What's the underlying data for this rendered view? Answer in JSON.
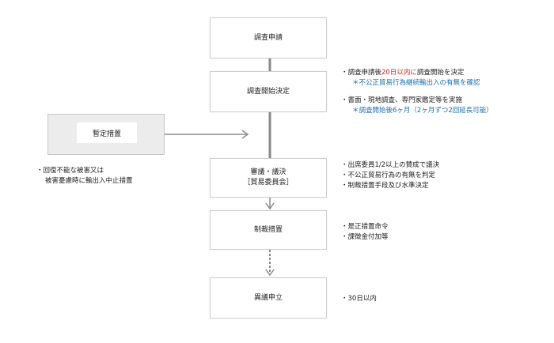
{
  "boxes": {
    "request": "調査申請",
    "start": "調査開始決定",
    "provisional": "暫定措置",
    "review_line1": "審議・議決",
    "review_line2": "［貿易委員会］",
    "measure": "制裁措置",
    "objection": "異議申立"
  },
  "notes": {
    "start": {
      "l1_pre": "・調査申請後",
      "l1_red": "20日以内に",
      "l1_post": "調査開始を決定",
      "l2": "＊不公正貿易行為継続輸出入の有無を確認",
      "l3": "・書面・現地調査、専門家鑑定等を実施",
      "l4": "＊調査開始後6ヶ月（2ヶ月ずつ2回延長可能）"
    },
    "provisional": {
      "l1": "・回復不能な被害又は",
      "l2": "被害憂慮時に輸出入中止措置"
    },
    "review": {
      "l1": "・出席委員1/2以上の賛成で議決",
      "l2": "・不公正貿易行為の有無を判定",
      "l3": "・制裁措置手段及び水準決定"
    },
    "measure": {
      "l1": "・是正措置命令",
      "l2": "・課徴金付加等"
    },
    "objection": {
      "l1": "・30日以内"
    }
  },
  "colors": {
    "connector": "#8a8a8a",
    "note_blue": "#1d6fae",
    "note_red": "#d21f1f"
  }
}
